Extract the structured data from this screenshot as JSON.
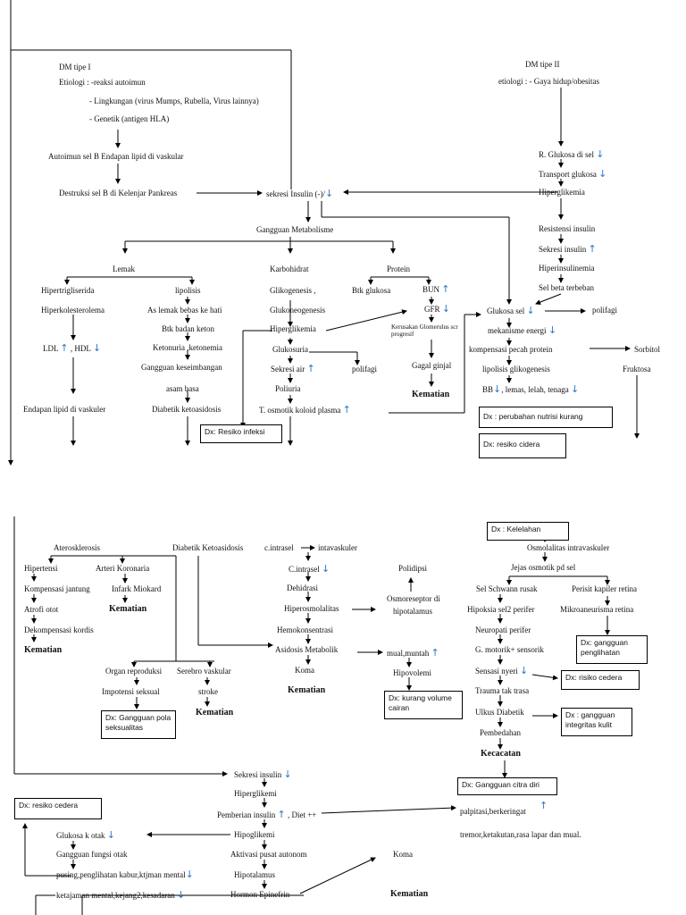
{
  "top": {
    "dm1_title": "DM tipe I",
    "etiologi1": "Etiologi : -reaksi autoimun",
    "etiologi1_b": "- Lingkungan (virus Mumps, Rubella, Virus lainnya)",
    "etiologi1_c": "- Genetik (antigen HLA)",
    "autoimun": "Autoimun sel B Endapan lipid di vaskular",
    "destruksi": "Destruksi sel B di Kelenjar Pankreas",
    "sekresi": "sekresi Insulin (-)/",
    "dm2_title": "DM tipe II",
    "etiologi2": "etiologi : -  Gaya hidup/obesitas",
    "r_glukosa": "R. Glukosa  di sel",
    "transport": "Transport glukosa",
    "hiperglikemia2": "Hiperglikemia",
    "resistensi": "Resistensi insulin",
    "sekresi_insulin2": "Sekresi insulin",
    "hiperinsulinemia": "Hiperinsulinemia",
    "sel_beta": "Sel beta terbeban",
    "gangguan": "Gangguan Metabolisme",
    "lemak": "Lemak",
    "karbohidrat": "Karbohidrat",
    "protein": "Protein",
    "hipertrig": "Hipertrigliserida",
    "hiperkol": "Hiperkolesterolema",
    "ldl": "LDL",
    "hdl": ", HDL",
    "endapan": "Endapan lipid di vaskuler",
    "lipolisis": "lipolisis",
    "as_lemak": "As lemak bebas ke hati",
    "btk_keton": "Btk badan keton",
    "ketonuria": "Ketonuria ,ketonemia",
    "gangguan_kes": "Gangguan keseimbangan",
    "asam_basa": "asam basa",
    "dka": "Diabetik ketoasidosis",
    "glikogenesis": "Glikogenesis ,",
    "glukoneo": "Glukoneogenesis",
    "hiperglikemia": "Hiperglikemia",
    "glukosuria": "Glukosuria",
    "sekresi_air": "Sekresi air",
    "poliuria": "Poliuria",
    "t_osmotik": "T. osmotik koloid plasma",
    "polifagi_mid": "polifagi",
    "btk_glukosa": "Btk glukosa",
    "bun": "BUN",
    "gfr": "GFR",
    "kerusakan": "Kerusakan Glomerulus scr progresif",
    "gagal_ginjal": "Gagal ginjal",
    "kematian1": "Kematian",
    "glukosa_sel": "Glukosa sel",
    "polifagi": "polifagi",
    "mekanisme": "mekanisme energi",
    "kompensasi": "kompensasi pecah protein",
    "sorbitol": "Sorbitol",
    "lipolisis_g": "lipolisis glikogenesis",
    "fruktosa": "Fruktosa",
    "bb": "BB",
    "lemas": ", lemas, lelah, tenaga",
    "dx_infeksi": "Dx: Resiko infeksi",
    "dx_nutrisi": "Dx : perubahan nutrisi kurang",
    "dx_cidera1": "Dx: resiko cidera"
  },
  "middle": {
    "dx_kelelahan": "Dx : Kelelahan",
    "aterosklerosis": "Aterosklerosis",
    "dka2": "Diabetik Ketoasidosis",
    "c_intrasel": "c.intrasel",
    "intravaskuler": "intavaskuler",
    "osmolalitas": "Osmolalitas intravaskuler",
    "jejas": "Jejas osmotik pd sel",
    "hipertensi": "Hipertensi",
    "arteri": "Arteri Koronaria",
    "kompensasi_j": "Kompensasi jantung",
    "infark": "Infark Miokard",
    "atrofi": "Atrofi otot",
    "kematian_a": "Kematian",
    "dekompensasi": "Dekompensasi kordis",
    "kematian_b": "Kematian",
    "c_intrasel2": "C.intrasel",
    "dehidrasi": "Dehidrasi",
    "hiperosm": "Hiperosmolalitas",
    "hemokons": "Hemokonsentrasi",
    "asidosis": "Asidosis Metabolik",
    "koma": "Koma",
    "kematian_c": "Kematian",
    "polidipsi": "Polidipsi",
    "osmoreseptor": "Osmoreseptor di",
    "hipotalamus": "hipotalamus",
    "mual": "mual,muntah",
    "hipovolemi": "Hipovolemi",
    "dx_volume": "Dx: kurang volume cairan",
    "sel_schwann": "Sel Schwann rusak",
    "hipoksia": "Hipoksia sel2 perifer",
    "neuropati": "Neuropati perifer",
    "g_motorik": "G. motorik+ sensorik",
    "sensasi": "Sensasi nyeri",
    "trauma": "Trauma tak trasa",
    "ulkus": "Ulkus Diabetik",
    "pembedahan": "Pembedahan",
    "kecacatan": "Kecacatan",
    "persit": "Perisit kapiler retina",
    "mikro": "Mikroaneurisma retina",
    "dx_penglihatan": "Dx: gangguan penglihatan",
    "dx_cidera2": "Dx: risiko cedera",
    "dx_integritas": "Dx : gangguan integritas kulit",
    "dx_citra": "Dx: Gangguan citra diri",
    "organ": "Organ reproduksi",
    "serebro": "Serebro vaskular",
    "impotensi": "Impotensi seksual",
    "stroke": "stroke",
    "kematian_d": "Kematian",
    "dx_seksual": "Dx: Gangguan pola seksualitas"
  },
  "bottom": {
    "sekresi_insulin": "Sekresi insulin",
    "hiperglikemi": "Hiperglikemi",
    "pemberian": "Pemberian insulin",
    "diet": ", Diet ++",
    "hipoglikemi": "Hipoglikemi",
    "aktivasi": "Aktivasi pusat autonom",
    "hipotalamus": "Hipotalamus",
    "hormon": "Hormon Epinefrin",
    "koma": "Koma",
    "kematian": "Kematian",
    "palpitasi": "palpitasi,berkeringat",
    "tremor": "tremor,ketakutan,rasa lapar dan mual.",
    "dx_cedera": "Dx: resiko cedera",
    "glukosa_otak": "Glukosa k otak",
    "gangguan_otak": "Gangguan fungsi otak",
    "pusing": "pusing,penglihatan kabur,ktjman mental",
    "ketajaman": "ketajaman mental,kejang2,kesadaran"
  }
}
